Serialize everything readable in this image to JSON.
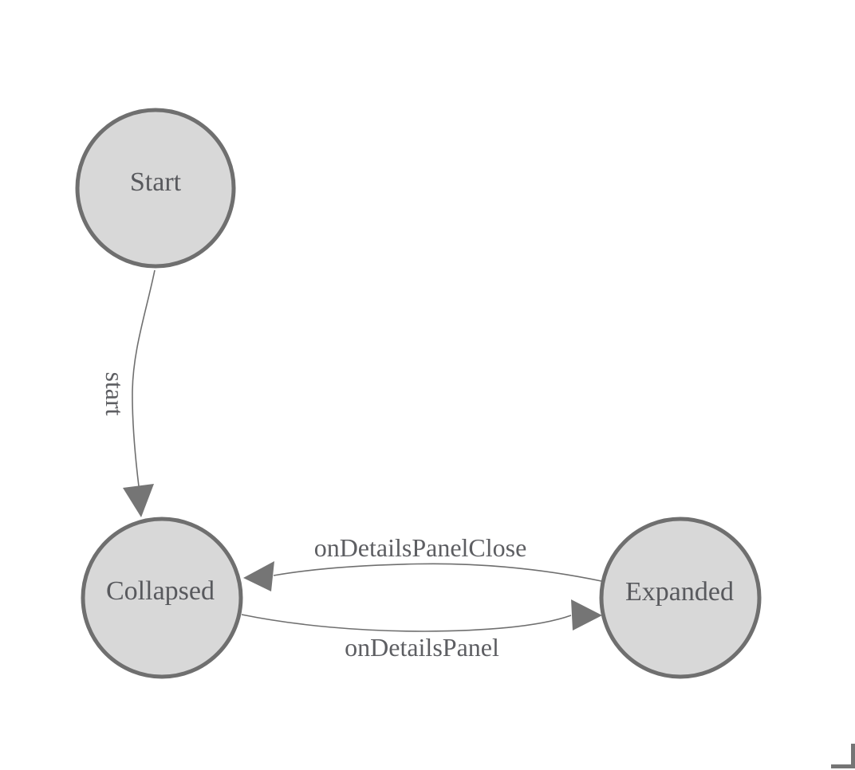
{
  "canvas": {
    "background": "#ffffff"
  },
  "colors": {
    "node_fill": "#d8d8d8",
    "node_stroke": "#6f6f6f",
    "edge_stroke": "#6f6f6f",
    "arrow_fill": "#757575",
    "node_label_color": "#58595d",
    "edge_label_color": "#5d5e62",
    "resize_corner_color": "#757575"
  },
  "nodes": [
    {
      "id": "start",
      "label": "Start"
    },
    {
      "id": "collapsed",
      "label": "Collapsed"
    },
    {
      "id": "expanded",
      "label": "Expanded"
    }
  ],
  "edges": [
    {
      "id": "start-to-collapsed",
      "from": "Start",
      "to": "Collapsed",
      "label": "start"
    },
    {
      "id": "expanded-to-collapsed",
      "from": "Expanded",
      "to": "Collapsed",
      "label": "onDetailsPanelClose"
    },
    {
      "id": "collapsed-to-expanded",
      "from": "Collapsed",
      "to": "Expanded",
      "label": "onDetailsPanel"
    }
  ]
}
